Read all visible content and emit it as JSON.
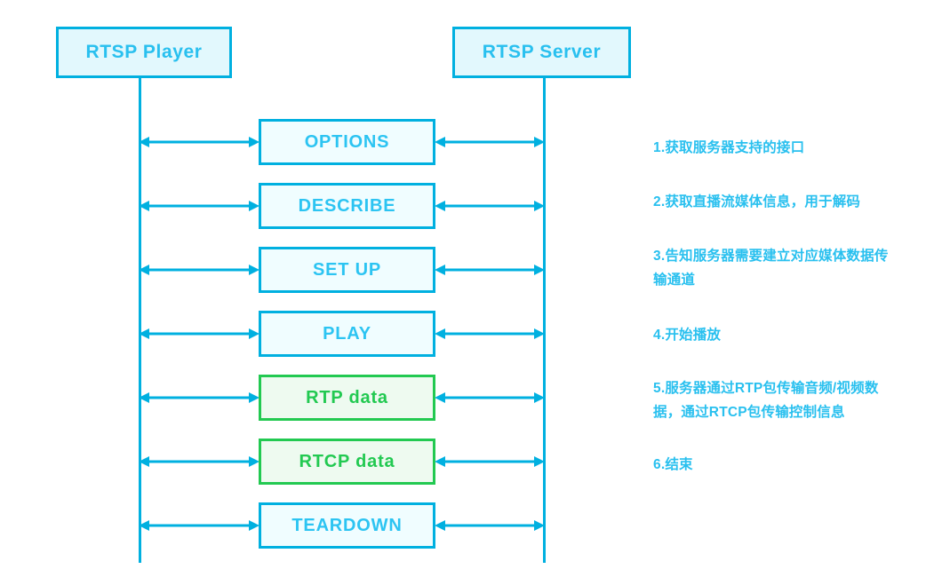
{
  "diagram": {
    "title": "RTSP Player / RTSP Server interaction sequence",
    "type": "sequence-diagram",
    "colors": {
      "primary_cyan": "#00b0e0",
      "label_cyan": "#29c0ef",
      "box_fill_cyan": "#f0fdff",
      "participant_fill_cyan": "#e2f8fd",
      "accent_green": "#22c951",
      "box_fill_green": "#eefaf0",
      "background": "#ffffff"
    }
  },
  "participants": [
    {
      "id": "player",
      "label": "RTSP Player"
    },
    {
      "id": "server",
      "label": "RTSP Server"
    }
  ],
  "messages": [
    {
      "index": 1,
      "label": "OPTIONS",
      "accent": "cyan",
      "arrow": "bidirectional"
    },
    {
      "index": 2,
      "label": "DESCRIBE",
      "accent": "cyan",
      "arrow": "bidirectional"
    },
    {
      "index": 3,
      "label": "SET UP",
      "accent": "cyan",
      "arrow": "bidirectional"
    },
    {
      "index": 4,
      "label": "PLAY",
      "accent": "cyan",
      "arrow": "bidirectional"
    },
    {
      "index": 5,
      "label": "RTP data",
      "accent": "green",
      "arrow": "bidirectional"
    },
    {
      "index": 6,
      "label": "RTCP data",
      "accent": "green",
      "arrow": "bidirectional"
    },
    {
      "index": 7,
      "label": "TEARDOWN",
      "accent": "cyan",
      "arrow": "bidirectional"
    }
  ],
  "annotations": [
    {
      "index": 1,
      "text": "1.获取服务器支持的接口"
    },
    {
      "index": 2,
      "text": "2.获取直播流媒体信息，用于解码"
    },
    {
      "index": 3,
      "text": "3.告知服务器需要建立对应媒体数据传输通道"
    },
    {
      "index": 4,
      "text": "4.开始播放"
    },
    {
      "index": 5,
      "text": "5.服务器通过RTP包传输音频/视频数据，通过RTCP包传输控制信息"
    },
    {
      "index": 6,
      "text": "6.结束"
    }
  ]
}
